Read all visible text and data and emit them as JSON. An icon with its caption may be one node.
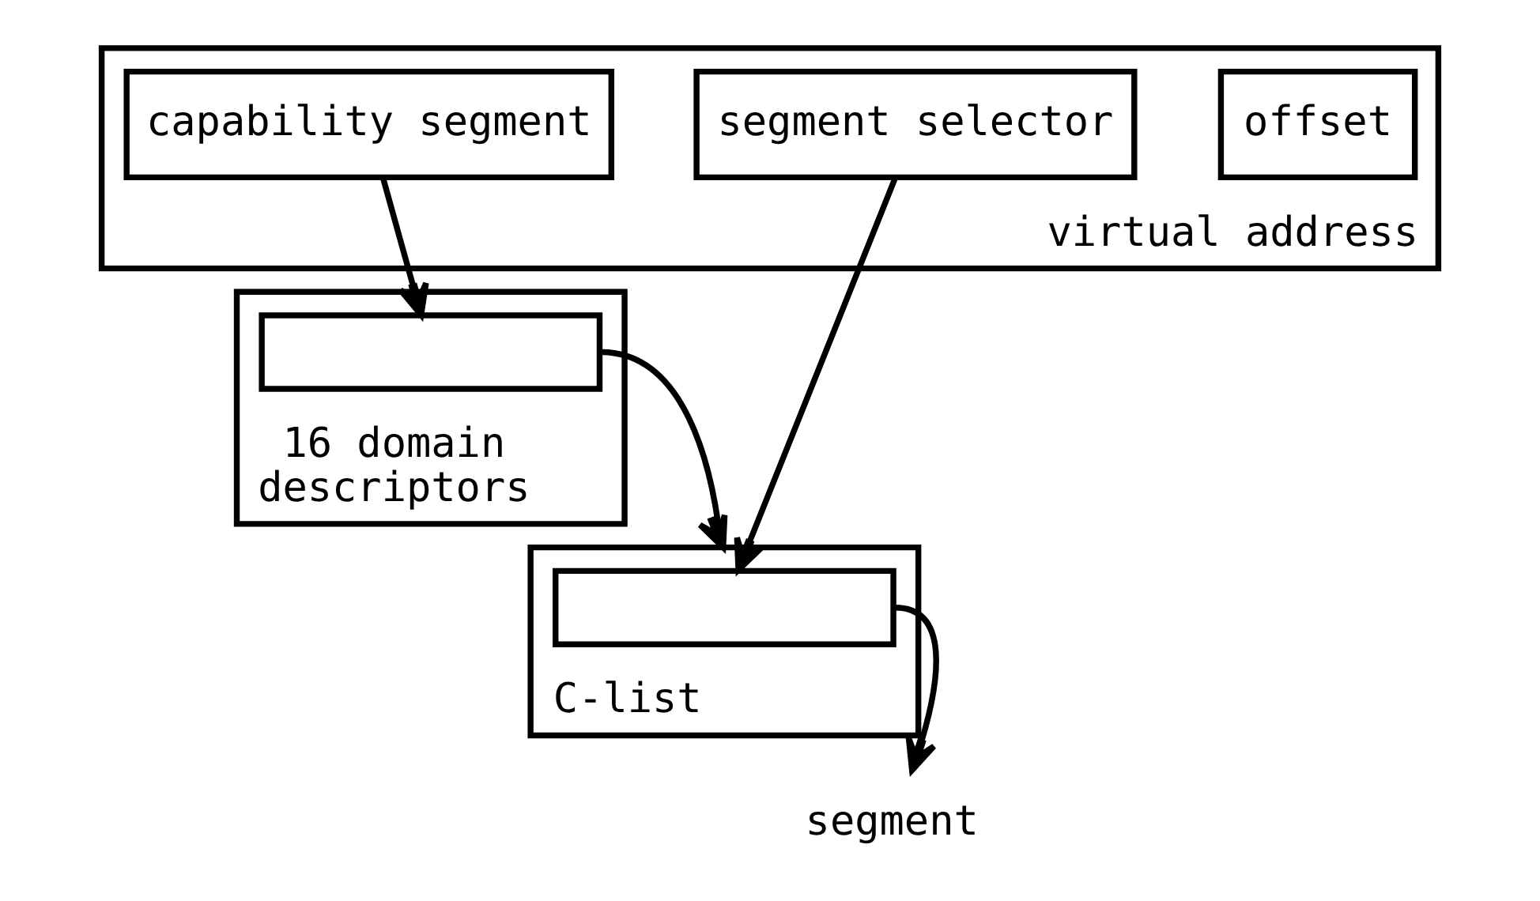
{
  "diagram": {
    "nodes": [
      {
        "text": [
          "virtual address"
        ]
      },
      {
        "text": [
          "capability segment"
        ],
        "in": 0
      },
      {
        "text": [
          "segment selector"
        ],
        "in": 0
      },
      {
        "text": [
          "offset"
        ],
        "in": 0
      },
      {
        "text": [
          "16 domain descriptors"
        ]
      },
      {
        "text": [],
        "shape": "box",
        "in": 4
      },
      {
        "text": [
          "C-list"
        ]
      },
      {
        "text": [],
        "shape": "box",
        "in": 6
      },
      {
        "text": [
          "segment"
        ]
      }
    ],
    "edges": [
      {
        "from": 1,
        "to": 5,
        "arrow": "to"
      },
      {
        "from": 5,
        "to": 6,
        "arrow": "to"
      },
      {
        "from": 2,
        "to": 7,
        "arrow": "to"
      },
      {
        "from": 7,
        "to": 8,
        "arrow": "to"
      }
    ]
  }
}
